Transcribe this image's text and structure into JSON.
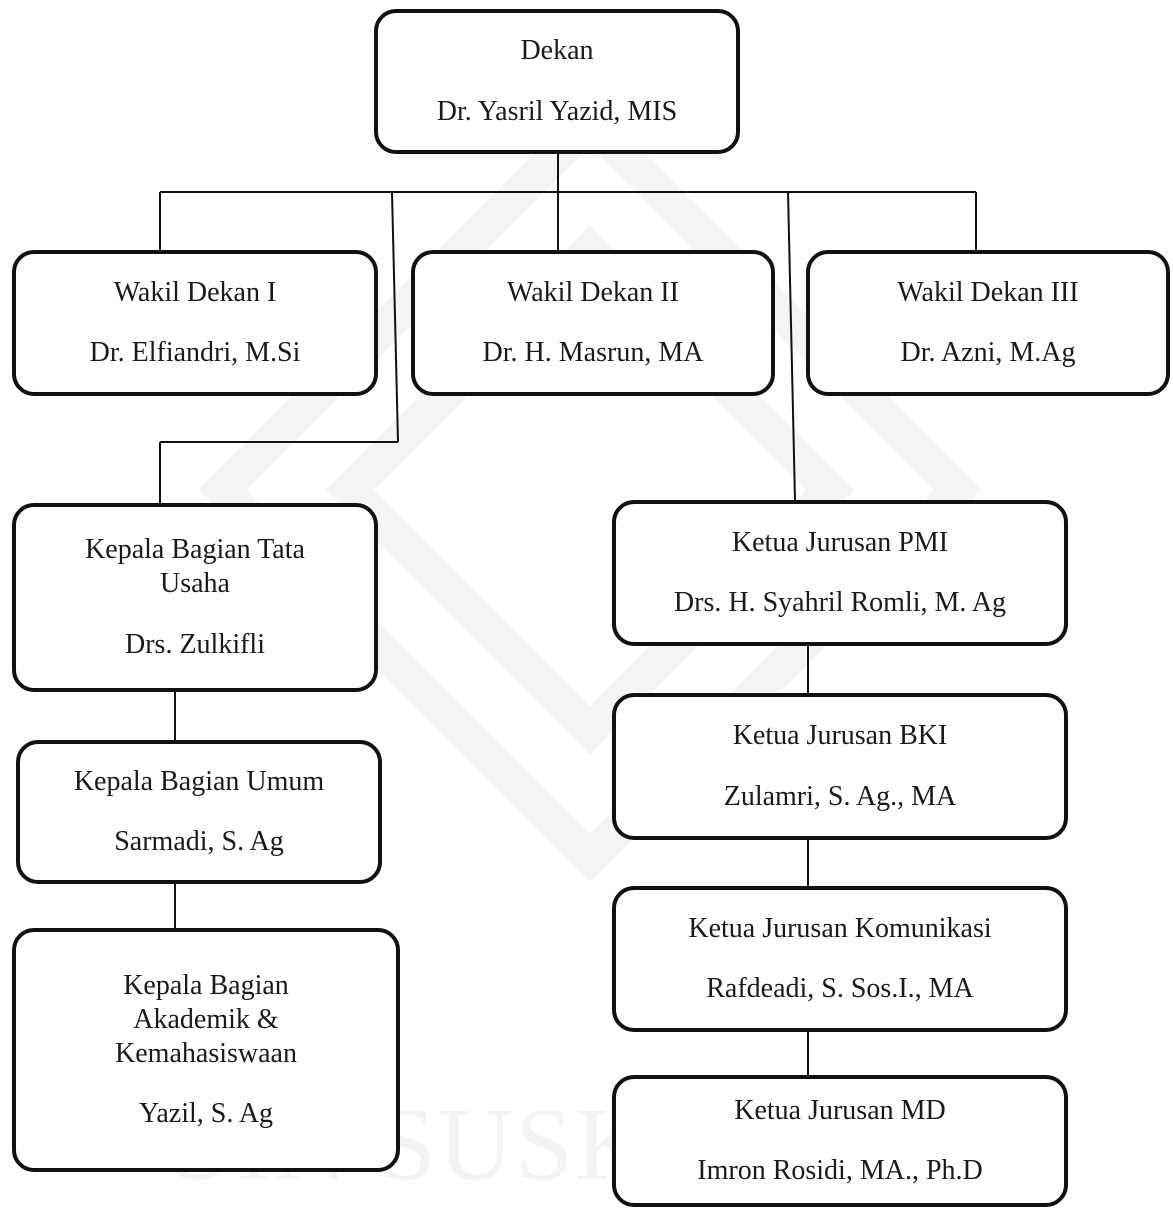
{
  "watermark": "UIN SUSKA RIAU",
  "nodes": {
    "dekan": {
      "role": "Dekan",
      "name": "Dr. Yasril Yazid, MIS"
    },
    "wakil_dekan_1": {
      "role": "Wakil Dekan I",
      "name": "Dr. Elfiandri, M.Si"
    },
    "wakil_dekan_2": {
      "role": "Wakil Dekan II",
      "name": "Dr. H. Masrun, MA"
    },
    "wakil_dekan_3": {
      "role": "Wakil Dekan III",
      "name": "Dr. Azni, M.Ag"
    },
    "kabag_tata_usaha": {
      "role": "Kepala Bagian Tata Usaha",
      "name": "Drs. Zulkifli"
    },
    "kabag_umum": {
      "role": "Kepala Bagian Umum",
      "name": "Sarmadi, S. Ag"
    },
    "kabag_akademik": {
      "role": "Kepala Bagian Akademik & Kemahasiswaan",
      "name": "Yazil, S. Ag"
    },
    "kajur_pmi": {
      "role": "Ketua Jurusan PMI",
      "name": "Drs. H. Syahril Romli, M. Ag"
    },
    "kajur_bki": {
      "role": "Ketua Jurusan BKI",
      "name": "Zulamri, S. Ag., MA"
    },
    "kajur_komunikasi": {
      "role": "Ketua Jurusan Komunikasi",
      "name": "Rafdeadi, S. Sos.I., MA"
    },
    "kajur_md": {
      "role": "Ketua Jurusan MD",
      "name": "Imron Rosidi, MA., Ph.D"
    }
  }
}
